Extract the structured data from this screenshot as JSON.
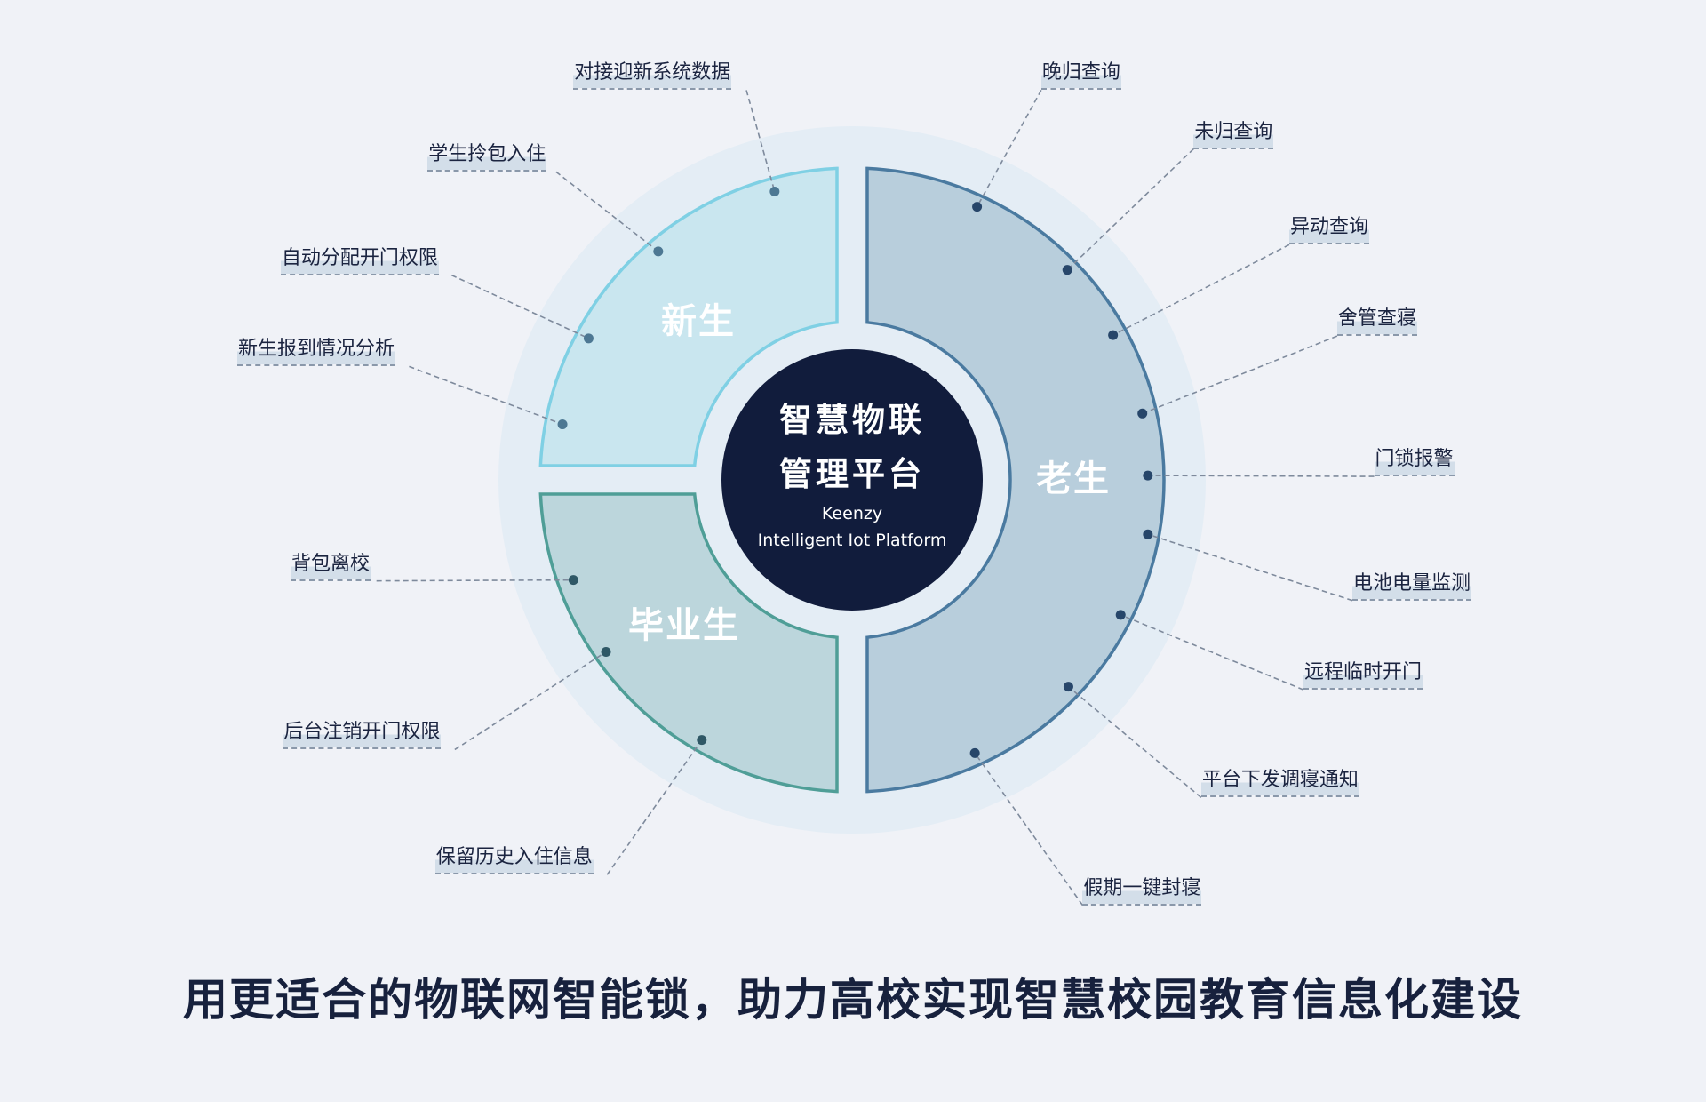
{
  "center": {
    "title_line1": "智慧物联",
    "title_line2": "管理平台",
    "brand": "Keenzy",
    "subtitle": "Intelligent Iot Platform"
  },
  "segments": {
    "new_students": "新生",
    "current_students": "老生",
    "graduates": "毕业生"
  },
  "colors": {
    "background": "#f0f2f7",
    "halo": "#e4edf5",
    "center": "#111c3c",
    "new_fill": "#c9e6ef",
    "new_stroke": "#7fd0e4",
    "grad_fill": "#bcd6dc",
    "grad_stroke": "#4f9e97",
    "old_fill": "#b8cedc",
    "old_stroke": "#4a7aa0"
  },
  "features_new": [
    "对接迎新系统数据",
    "学生拎包入住",
    "自动分配开门权限",
    "新生报到情况分析"
  ],
  "features_graduate": [
    "背包离校",
    "后台注销开门权限",
    "保留历史入住信息"
  ],
  "features_old": [
    "晚归查询",
    "未归查询",
    "异动查询",
    "舍管查寝",
    "门锁报警",
    "电池电量监测",
    "远程临时开门",
    "平台下发调寝通知",
    "假期一键封寝"
  ],
  "slogan": "用更适合的物联网智能锁，助力高校实现智慧校园教育信息化建设"
}
